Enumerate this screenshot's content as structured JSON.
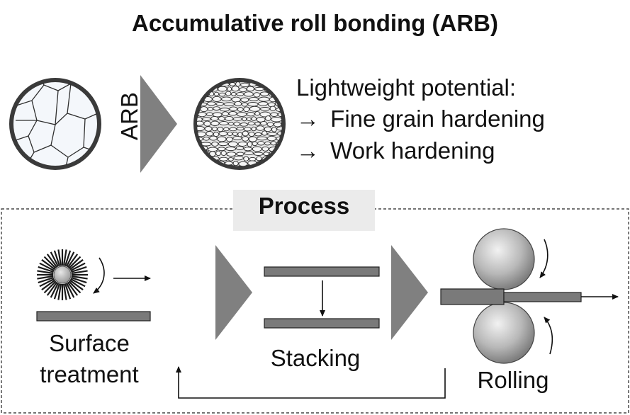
{
  "title": "Accumulative roll bonding (ARB)",
  "arb_label": "ARB",
  "potential": {
    "heading": "Lightweight potential:",
    "items": [
      {
        "arrow": "→",
        "text": "Fine grain hardening"
      },
      {
        "arrow": "→",
        "text": "Work hardening"
      }
    ]
  },
  "process": {
    "label": "Process",
    "steps": {
      "surface_treatment": [
        "Surface",
        "treatment"
      ],
      "stacking": "Stacking",
      "rolling": "Rolling"
    }
  },
  "colors": {
    "arrow_gray": "#808080",
    "strip_gray": "#7a7a7a",
    "label_bg": "#ebebeb"
  }
}
